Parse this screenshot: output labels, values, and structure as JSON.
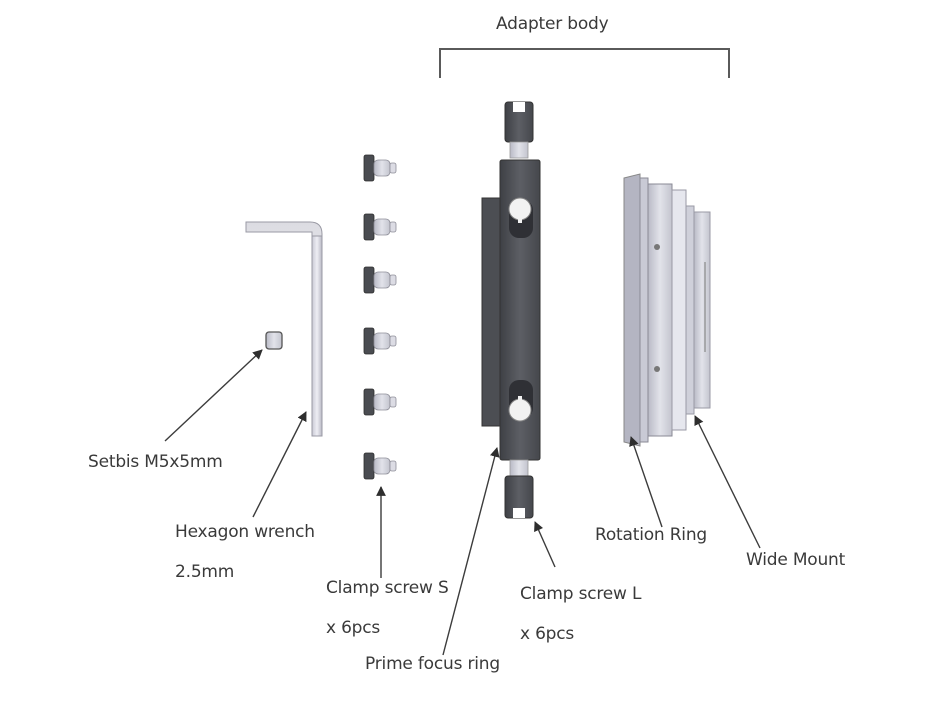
{
  "diagram": {
    "bracket_label": "Adapter body",
    "colors": {
      "background": "#ffffff",
      "text": "#3a3a3a",
      "leader": "#3c3c3c",
      "dark_metal": "#55575c",
      "light_metal": "#c9cad3"
    },
    "parts": [
      {
        "id": "setbis",
        "label": "Setbis M5x5mm",
        "sublabel": ""
      },
      {
        "id": "hex-wrench",
        "label": "Hexagon wrench",
        "sublabel": "2.5mm"
      },
      {
        "id": "clamp-screw-s",
        "label": "Clamp screw S",
        "sublabel": "x 6pcs"
      },
      {
        "id": "prime-focus-ring",
        "label": "Prime focus ring",
        "sublabel": ""
      },
      {
        "id": "clamp-screw-l",
        "label": "Clamp screw L",
        "sublabel": "x 6pcs"
      },
      {
        "id": "rotation-ring",
        "label": "Rotation Ring",
        "sublabel": ""
      },
      {
        "id": "wide-mount",
        "label": "Wide Mount",
        "sublabel": ""
      }
    ]
  }
}
